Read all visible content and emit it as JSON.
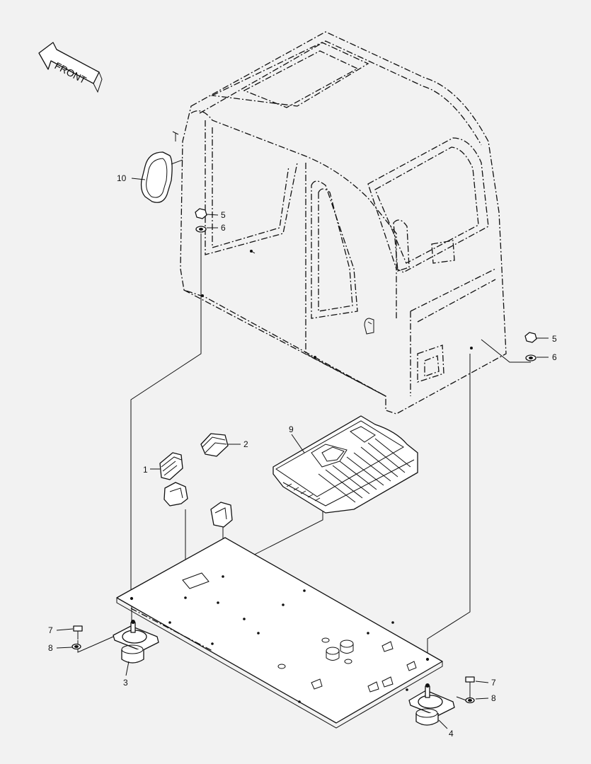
{
  "front_label": "FRONT",
  "callouts": [
    {
      "id": "1",
      "text": "1"
    },
    {
      "id": "2",
      "text": "2"
    },
    {
      "id": "3",
      "text": "3"
    },
    {
      "id": "4",
      "text": "4"
    },
    {
      "id": "5a",
      "text": "5"
    },
    {
      "id": "5b",
      "text": "5"
    },
    {
      "id": "6a",
      "text": "6"
    },
    {
      "id": "6b",
      "text": "6"
    },
    {
      "id": "7a",
      "text": "7"
    },
    {
      "id": "7b",
      "text": "7"
    },
    {
      "id": "8a",
      "text": "8"
    },
    {
      "id": "8b",
      "text": "8"
    },
    {
      "id": "9",
      "text": "9"
    },
    {
      "id": "10",
      "text": "10"
    }
  ]
}
